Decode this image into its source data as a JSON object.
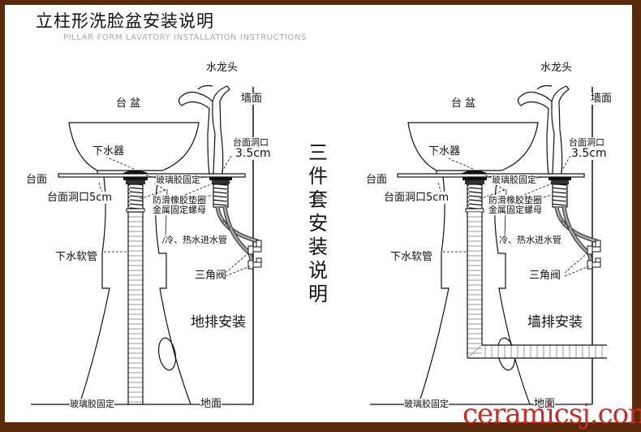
{
  "title": "立柱形洗脸盆安装说明",
  "subtitle": "PILLAR FORM LAVATORY INSTALLATION INSTRUCTIONS",
  "center_title": [
    "三",
    "件",
    "套",
    "安",
    "装",
    "说",
    "明"
  ],
  "watermark": "ceramicsj.com",
  "colors": {
    "border": "#5a2a0a",
    "watermark": "#cc2a24",
    "line": "#111111"
  },
  "panels": [
    {
      "id": "floor-drain",
      "labels": {
        "faucet": "水龙头",
        "wall": "墙面",
        "basin": "台 盆",
        "drain": "下水器",
        "countertop": "台面",
        "counter_hole": "台面洞口5cm",
        "glass_glue": "玻璃胶固定",
        "rubber_gasket": "防滑橡胶垫圈",
        "metal_nut": "金属固定螺母",
        "faucet_hole_label": "台面洞口",
        "faucet_hole_size": "3.5cm",
        "inlet_hose": "冷、热水进水管",
        "drain_hose": "下水软管",
        "angle_valve": "三角阀",
        "install_type": "地排安装",
        "bottom_glue": "玻璃胶固定",
        "floor": "地面"
      }
    },
    {
      "id": "wall-drain",
      "labels": {
        "faucet": "水龙头",
        "wall": "墙面",
        "basin": "台 盆",
        "drain": "下水器",
        "countertop": "台面",
        "counter_hole": "台面洞口5cm",
        "glass_glue": "玻璃胶固定",
        "rubber_gasket": "防滑橡胶垫圈",
        "metal_nut": "金属固定螺母",
        "faucet_hole_label": "台面洞口",
        "faucet_hole_size": "3.5cm",
        "inlet_hose": "冷、热水进水管",
        "drain_hose": "下水软管",
        "angle_valve": "三角阀",
        "install_type": "墙排安装",
        "bottom_glue": "玻璃胶固定",
        "floor": "地面"
      }
    }
  ]
}
